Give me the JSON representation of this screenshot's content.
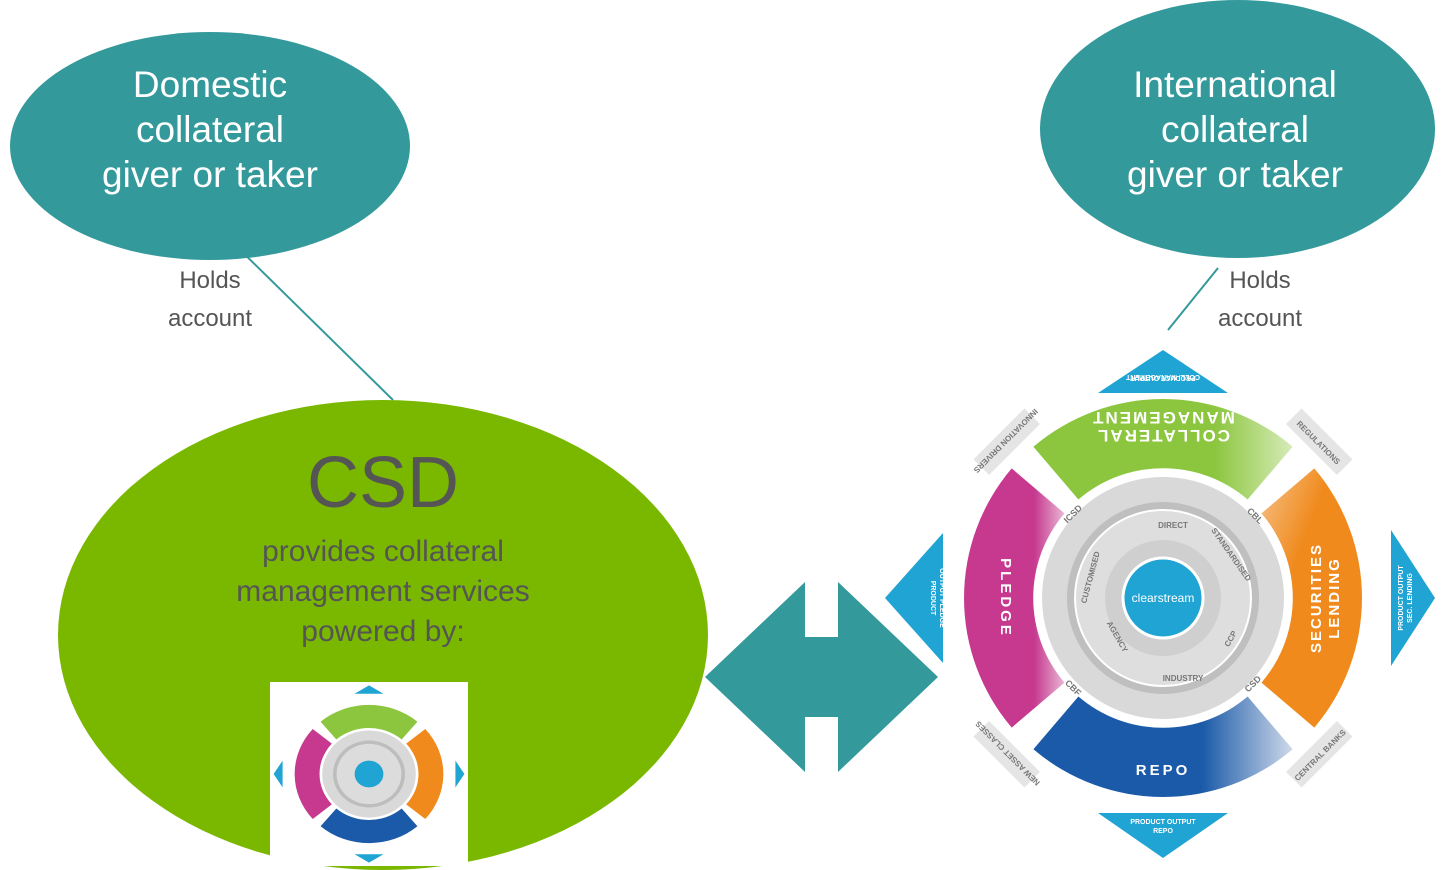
{
  "domestic_node": {
    "lines": [
      "Domestic",
      "collateral",
      "giver or taker"
    ]
  },
  "international_node": {
    "lines": [
      "International",
      "collateral",
      "giver or taker"
    ]
  },
  "domestic_edge_label": {
    "lines": [
      "Holds",
      "account"
    ]
  },
  "international_edge_label": {
    "lines": [
      "Holds",
      "account"
    ]
  },
  "csd_node": {
    "title": "CSD",
    "lines": [
      "provides collateral",
      "management services",
      "powered by:"
    ]
  },
  "wheel": {
    "center": "clearstream",
    "segments": {
      "top": [
        "COLLATERAL",
        "MANAGEMENT"
      ],
      "left": "PLEDGE",
      "right": [
        "SECURITIES",
        "LENDING"
      ],
      "bottom": "REPO"
    },
    "outputs": {
      "top": [
        "PRODUCT OUTPUT",
        "COLL. MANAGEMENT"
      ],
      "left": [
        "PRODUCT",
        "OUTPUT PLEDGE"
      ],
      "right": [
        "PRODUCT OUTPUT",
        "SEC. LENDING"
      ],
      "bottom": [
        "PRODUCT OUTPUT",
        "REPO"
      ]
    },
    "drivers": [
      "INNOVATION DRIVERS",
      "REGULATIONS",
      "CENTRAL BANKS",
      "NEW ASSET CLASSES"
    ],
    "ring_outer": [
      "ICSD",
      "CBL",
      "CSD",
      "CBF"
    ],
    "ring_inner": [
      "DIRECT",
      "STANDARDISED",
      "CCP",
      "INDUSTRY",
      "AGENCY",
      "CUSTOMISED"
    ]
  },
  "colors": {
    "teal": "#34999b",
    "green": "#7ab800",
    "pledge": "#c6398f",
    "lending": "#f08a1d",
    "repo": "#1a5aa8",
    "collateral_mgmt": "#8cc63f",
    "output_blue": "#1fa4d3"
  }
}
